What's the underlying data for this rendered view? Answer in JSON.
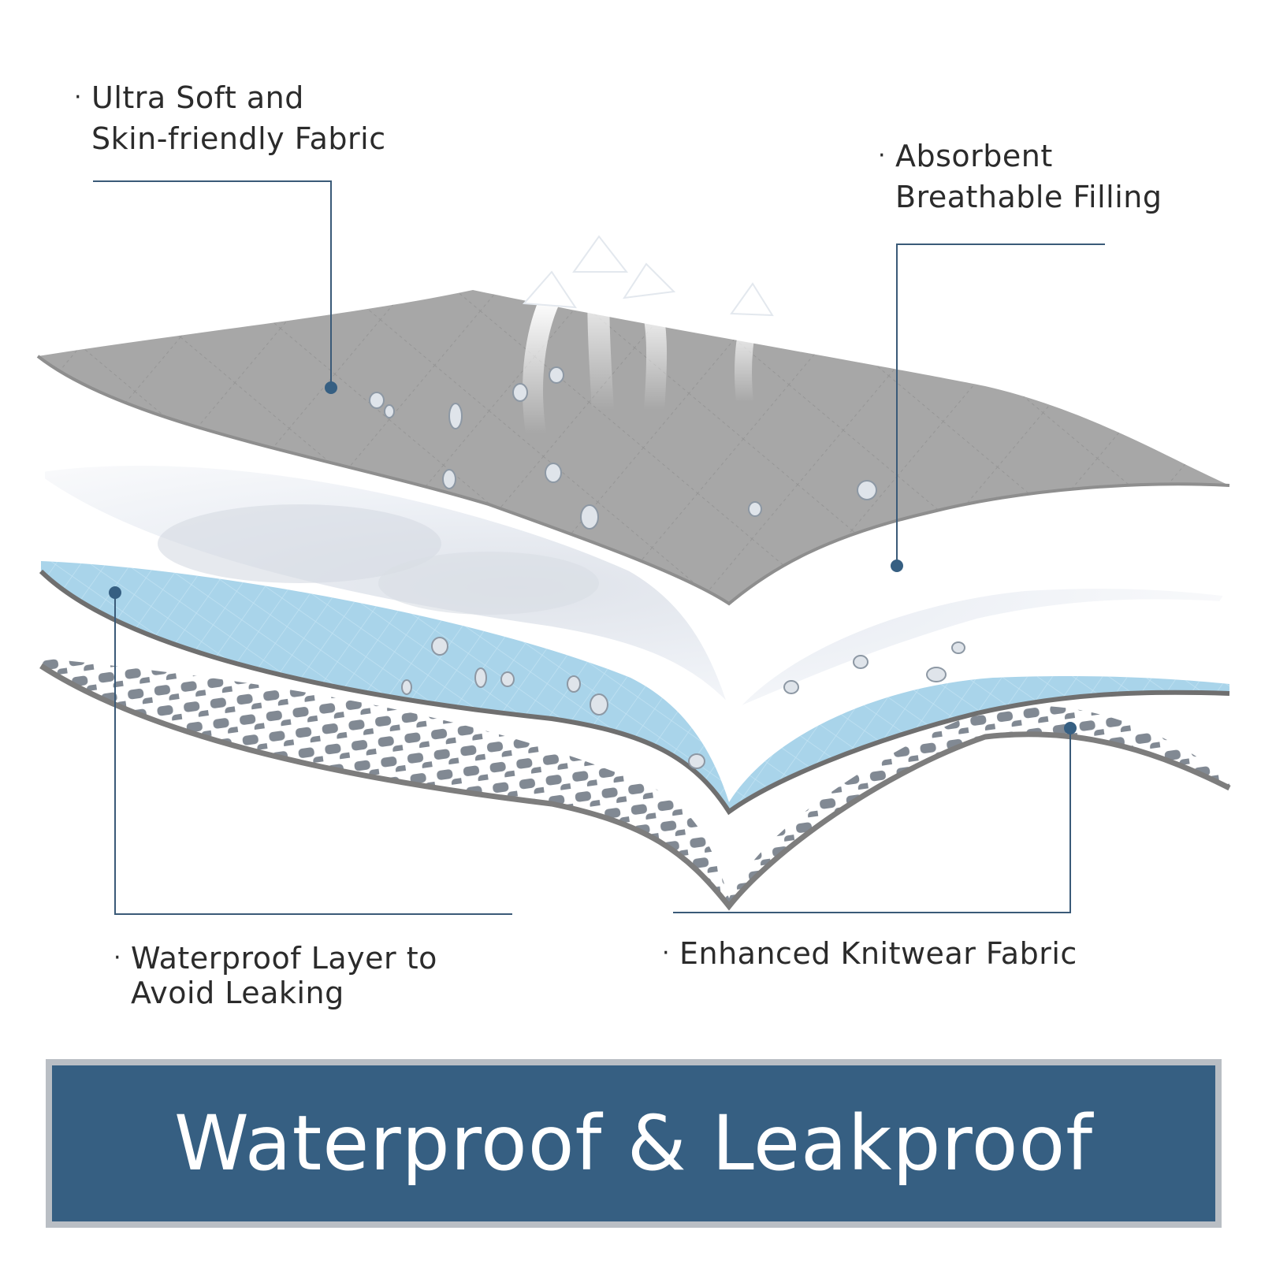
{
  "colors": {
    "accent_navy": "#365f82",
    "callout_line": "#3a5a78",
    "top_fabric": "#a7a7a7",
    "filling": "#eef1f6",
    "waterproof_layer": "#a9d4ea",
    "knit_dots": "#6b7480",
    "banner_border": "#b9bec4"
  },
  "callouts": [
    {
      "lines": [
        "Ultra Soft and",
        "Skin-friendly Fabric"
      ],
      "marker": "bullet-dot"
    },
    {
      "lines": [
        "Absorbent",
        "Breathable Filling"
      ],
      "marker": "bullet-dot"
    },
    {
      "lines": [
        "Waterproof Layer to",
        "Avoid Leaking"
      ],
      "marker": "bullet-dot"
    },
    {
      "lines": [
        "Enhanced Knitwear Fabric"
      ],
      "marker": "bullet-dot"
    }
  ],
  "banner": {
    "title": "Waterproof & Leakproof"
  },
  "icons": [
    "breathe-arrow-icon",
    "water-droplet-icon"
  ]
}
